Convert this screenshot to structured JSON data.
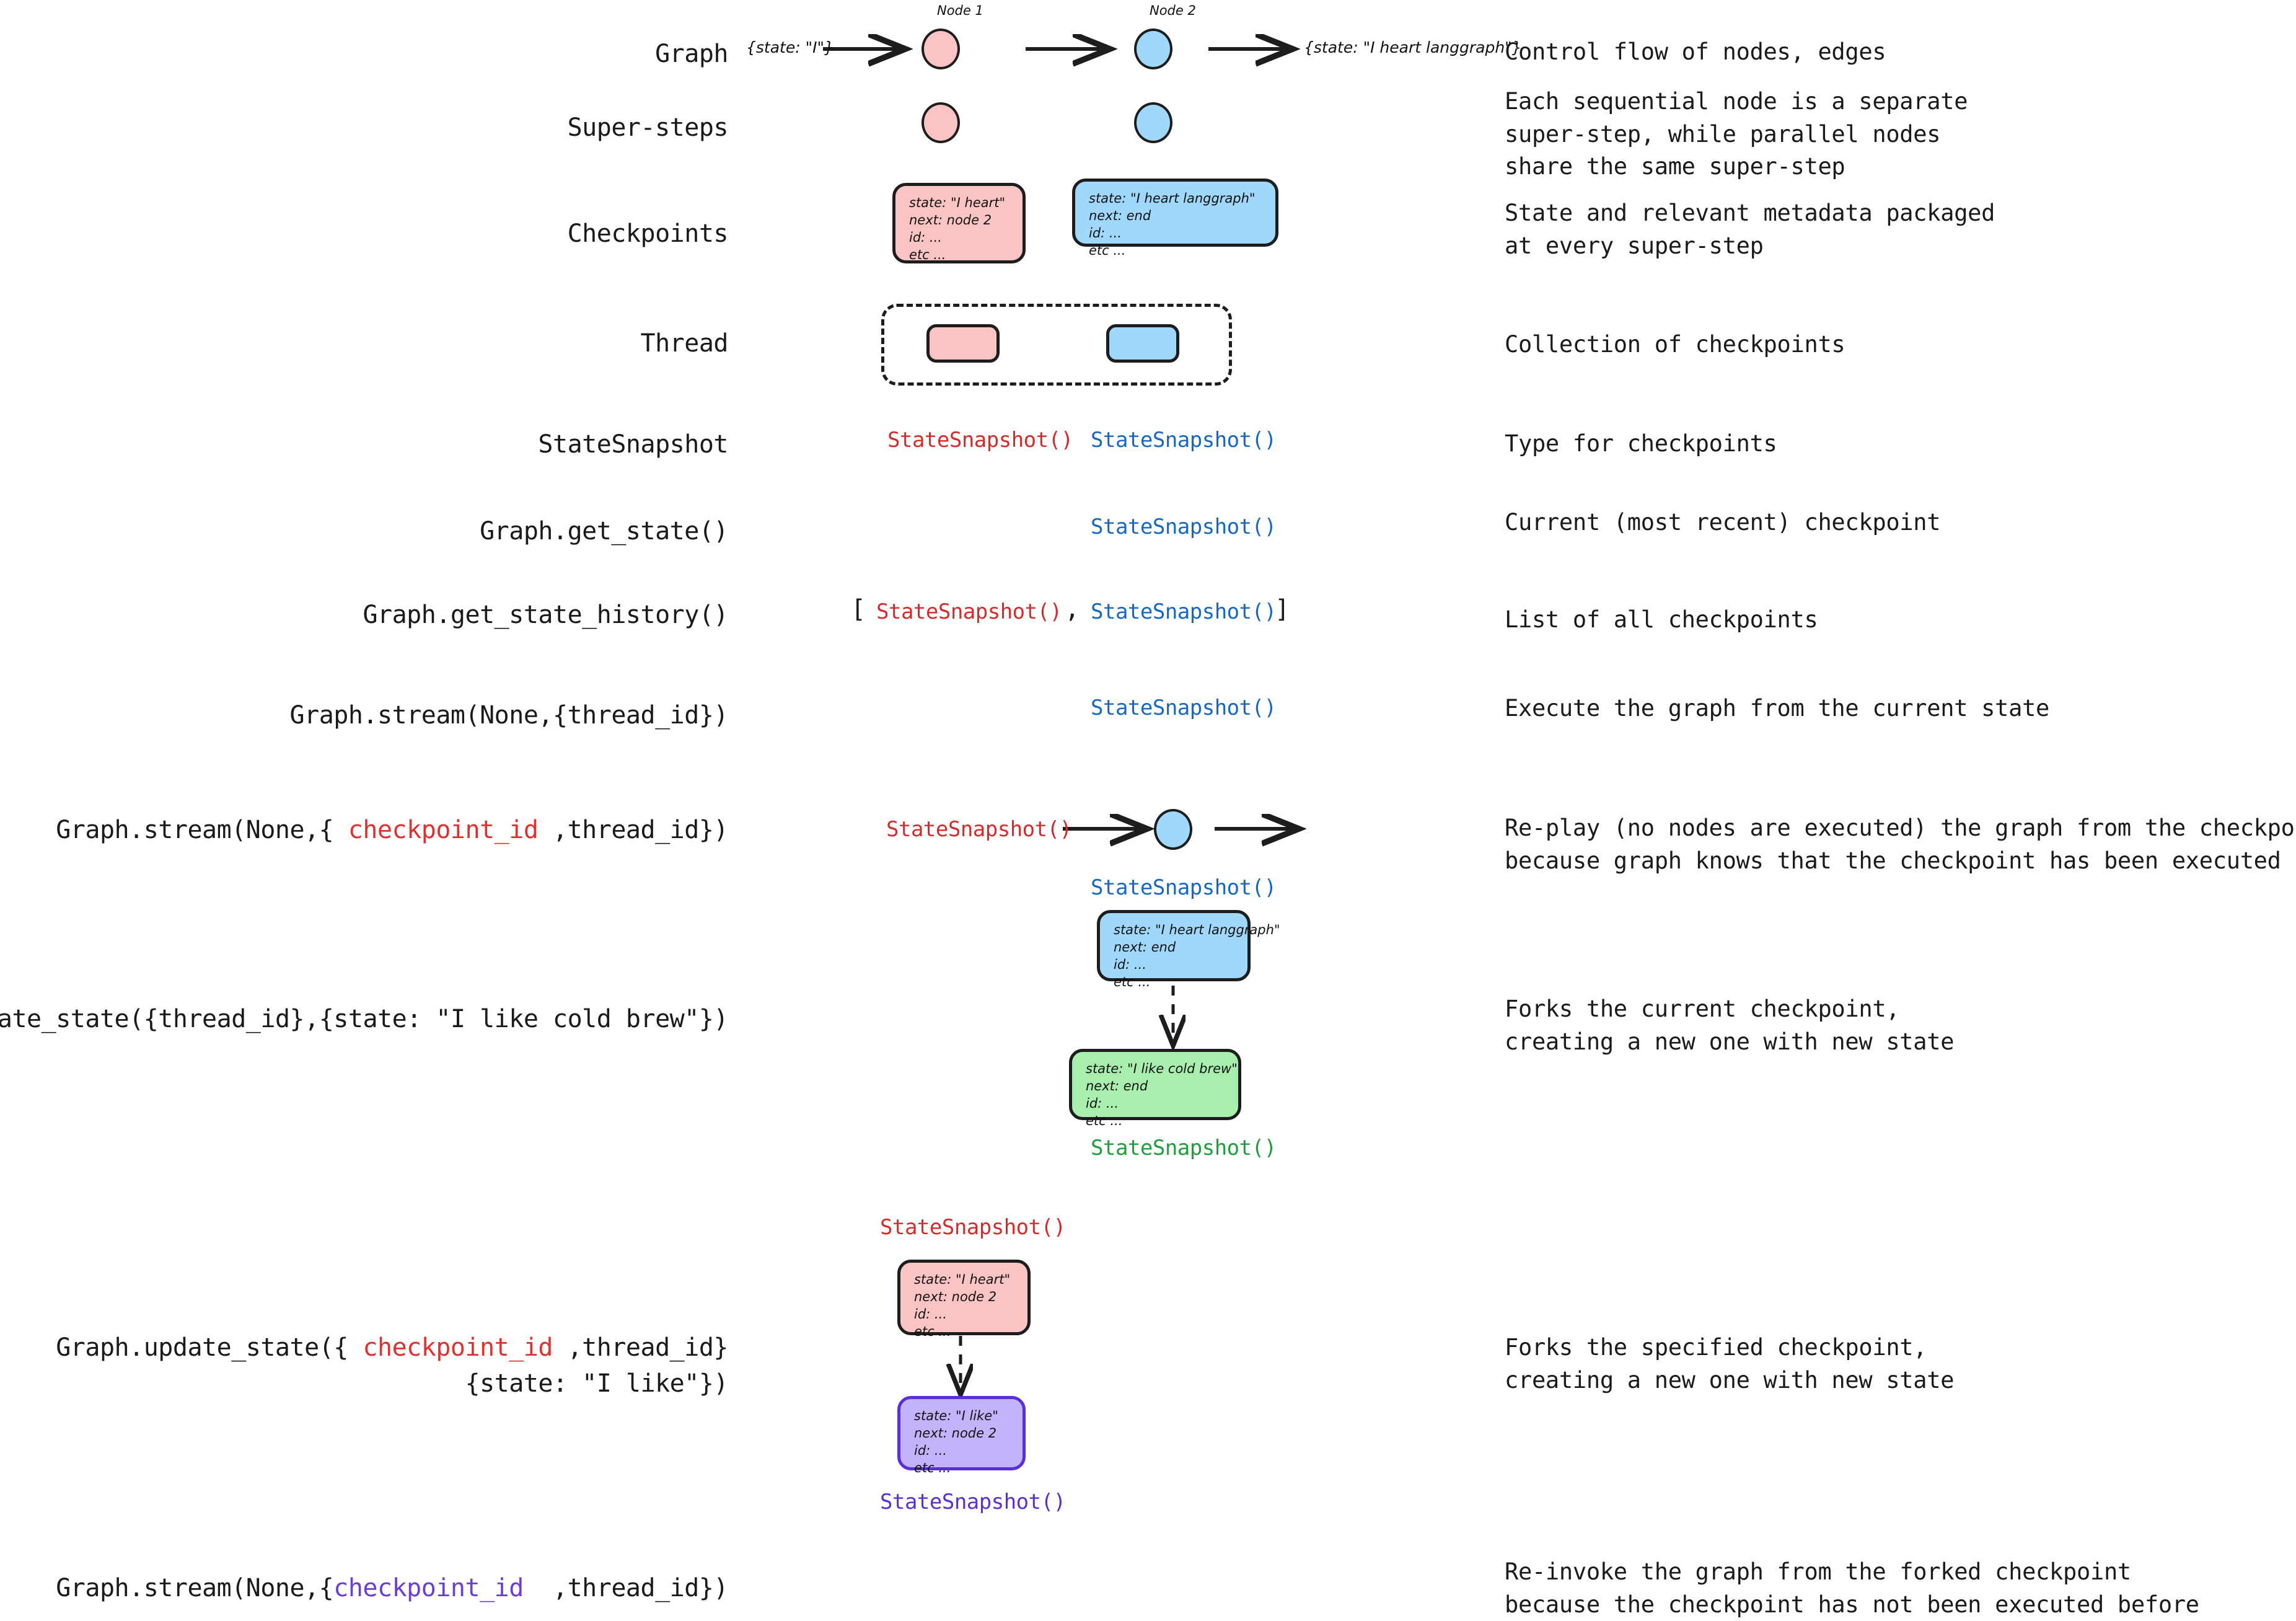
{
  "rows": {
    "graph": {
      "label": "Graph",
      "input_state": "{state: \"I\"}",
      "output_state": "{state: \"I heart langgraph\"}",
      "node1_caption": "Node 1",
      "node2_caption": "Node 2",
      "description": "Control flow of nodes, edges"
    },
    "super_steps": {
      "label": "Super-steps",
      "description": "Each sequential node is a separate\nsuper-step, while parallel nodes\nshare the same super-step"
    },
    "checkpoints": {
      "label": "Checkpoints",
      "description": "State and relevant metadata packaged\nat every super-step",
      "card_pink": "state: \"I heart\"\nnext: node 2\nid: ...\netc ...",
      "card_blue": "state: \"I heart langgraph\"\nnext: end\nid: ...\netc ..."
    },
    "thread": {
      "label": "Thread",
      "description": "Collection of checkpoints"
    },
    "statesnapshot": {
      "label": "StateSnapshot",
      "description": "Type for checkpoints",
      "snap_red": "StateSnapshot()",
      "snap_blue": "StateSnapshot()"
    },
    "get_state": {
      "label": "Graph.get_state()",
      "description": "Current (most recent) checkpoint",
      "snap_blue": "StateSnapshot()"
    },
    "get_state_history": {
      "label": "Graph.get_state_history()",
      "description": "List of all checkpoints",
      "bracket_open": "[",
      "snap_red": "StateSnapshot()",
      "comma": ",",
      "snap_blue": "StateSnapshot()",
      "bracket_close": "]"
    },
    "stream_thread": {
      "label": "Graph.stream(None,{thread_id})",
      "description": "Execute the graph from the current state",
      "snap_blue": "StateSnapshot()"
    },
    "stream_checkpoint": {
      "label_pre": "Graph.stream(None,{ ",
      "label_hi": "checkpoint_id",
      "label_post": " ,thread_id})",
      "description": "Re-play (no nodes are executed) the graph from the checkpoint,\nbecause graph knows that the checkpoint has been executed before",
      "snap_red": "StateSnapshot()"
    },
    "update_state_thread": {
      "label": "Graph.update_state({thread_id},{state: \"I like cold brew\"})",
      "description": "Forks the current checkpoint,\ncreating a new one with new state",
      "snap_blue": "StateSnapshot()",
      "card_blue": "state: \"I heart langgraph\"\nnext: end\nid: ...\netc ...",
      "card_green": "state: \"I like cold brew\"\nnext: end\nid: ...\netc ...",
      "snap_green": "StateSnapshot()"
    },
    "update_state_checkpoint": {
      "label_pre": "Graph.update_state({ ",
      "label_hi": "checkpoint_id",
      "label_post": " ,thread_id}",
      "label_line2": "{state: \"I like\"})",
      "description": "Forks the specified checkpoint,\ncreating a new one with new state",
      "snap_red": "StateSnapshot()",
      "card_pink": "state: \"I heart\"\nnext: node 2\nid: ...\netc ...",
      "card_violet": "state: \"I like\"\nnext: node 2\nid: ...\netc ...",
      "snap_violet": "StateSnapshot()"
    },
    "stream_forked": {
      "label_pre": "Graph.stream(None,{",
      "label_hi": "checkpoint_id",
      "label_post": "  ,thread_id})",
      "description": "Re-invoke the graph from the forked checkpoint\nbecause the checkpoint has not been executed before"
    }
  },
  "colors": {
    "pink_fill": "#fbc4c4",
    "blue_fill": "#9fd8fb",
    "green_fill": "#a8efae",
    "violet_fill": "#c3b3fb",
    "red_text": "#d42b2b",
    "blue_text": "#1668c1",
    "green_text": "#1e9e3e",
    "violet_text": "#5b2fd6",
    "stroke": "#1d1d1d"
  }
}
